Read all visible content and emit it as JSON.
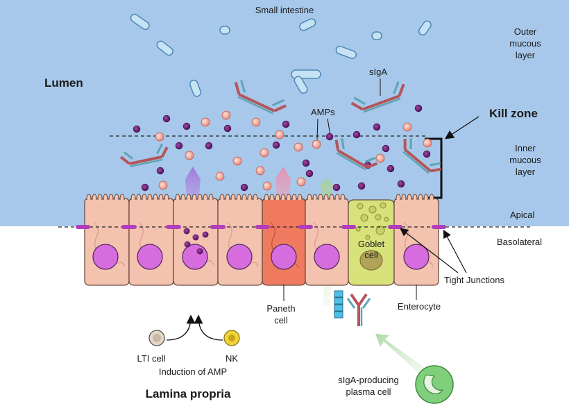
{
  "labels": {
    "small_intestine": "Small intestine",
    "outer_mucous_1": "Outer",
    "outer_mucous_2": "mucous",
    "outer_mucous_3": "layer",
    "lumen": "Lumen",
    "siga_top": "sIgA",
    "amps": "AMPs",
    "kill_zone": "Kill zone",
    "inner_mucous_1": "Inner",
    "inner_mucous_2": "mucous",
    "inner_mucous_3": "layer",
    "apical": "Apical",
    "basolateral": "Basolateral",
    "goblet_1": "Goblet",
    "goblet_2": "cell",
    "tight_junctions": "Tight Junctions",
    "paneth_1": "Paneth",
    "paneth_2": "cell",
    "enterocyte": "Enterocyte",
    "lti_cell": "LTI cell",
    "nk": "NK",
    "induction_amp": "Induction of AMP",
    "lamina_propria": "Lamina propria",
    "plasma_1": "sIgA-producing",
    "plasma_2": "plasma cell"
  },
  "colors": {
    "lumen_blue": "#a7c8ea",
    "bacteria": "#c5e3f2",
    "enterocyte": "#f4c3b0",
    "paneth": "#ef7a60",
    "goblet": "#d8e27a",
    "nucleus": "#d76cdf",
    "amp_dark": "#6a1d6f",
    "amp_light": "#f7b09e",
    "antibody_heavy": "#b4555a",
    "antibody_light": "#5fa4b1",
    "tight_junction": "#b13ebc",
    "plasma_cell": "#7fcf7c"
  }
}
